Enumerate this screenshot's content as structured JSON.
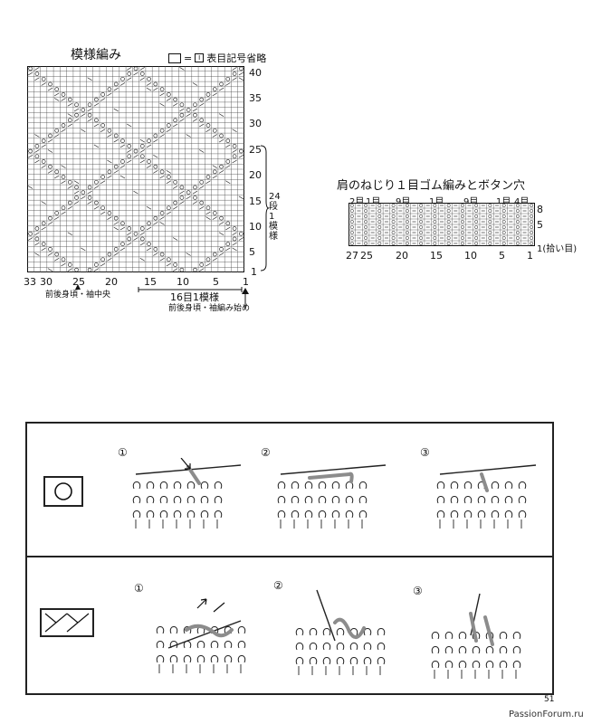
{
  "chart1": {
    "title": "模様編み",
    "legend_eq": "=",
    "legend_inner": "I",
    "legend_text": "表目記号省略",
    "row_labels": [
      "40",
      "35",
      "30",
      "25",
      "20",
      "15",
      "10",
      "5",
      "1"
    ],
    "col_labels": [
      "33",
      "30",
      "25",
      "20",
      "15",
      "10",
      "5",
      "1"
    ],
    "bracket_label": "24段1模様",
    "note_left": "前後身頃・袖中央",
    "note_repeat": "16目1模様",
    "note_start": "前後身頃・袖編み始め"
  },
  "chart2": {
    "title": "肩のねじり１目ゴム編みとボタン穴",
    "top_labels": [
      "2目",
      "1目",
      "9目",
      "1目",
      "9目",
      "1目",
      "4目"
    ],
    "row_labels": [
      "8",
      "5",
      "1(拾い目)"
    ],
    "col_labels": [
      "27",
      "25",
      "20",
      "15",
      "10",
      "5",
      "1"
    ]
  },
  "technique1": {
    "symbol_name": "yarn-over",
    "steps": [
      "①",
      "②",
      "③"
    ]
  },
  "technique2": {
    "symbol_name": "cross-stitch",
    "steps": [
      "①",
      "②",
      "③"
    ]
  },
  "footer": {
    "page_number": "51",
    "watermark": "PassionForum.ru"
  }
}
